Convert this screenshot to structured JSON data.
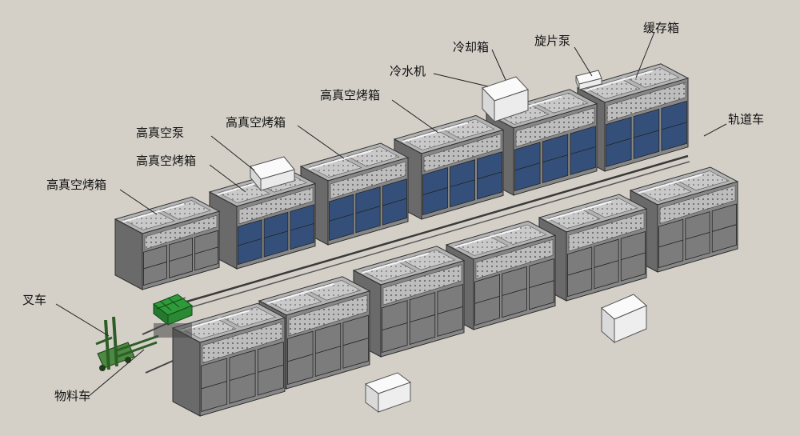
{
  "labels": {
    "oven_1": "高真空烤箱",
    "vacuum_pump": "高真空泵",
    "oven_2": "高真空烤箱",
    "oven_3": "高真空烤箱",
    "oven_4": "高真空烤箱",
    "chiller": "冷水机",
    "cooling_box": "冷却箱",
    "rotary_pump": "旋片泵",
    "buffer_box": "缓存箱",
    "rail_car": "轨道车",
    "forklift": "叉车",
    "material_cart": "物料车"
  },
  "colors": {
    "background": "#d4d0c8",
    "cabinet_front": "#878787",
    "cabinet_top": "#b4b4b4",
    "cabinet_side": "#6a6a6a",
    "blue_door": "#34507a",
    "pump_box": "#f3f3f3",
    "forklift": "#3d7a36",
    "cart_load": "#2f9a3a"
  }
}
